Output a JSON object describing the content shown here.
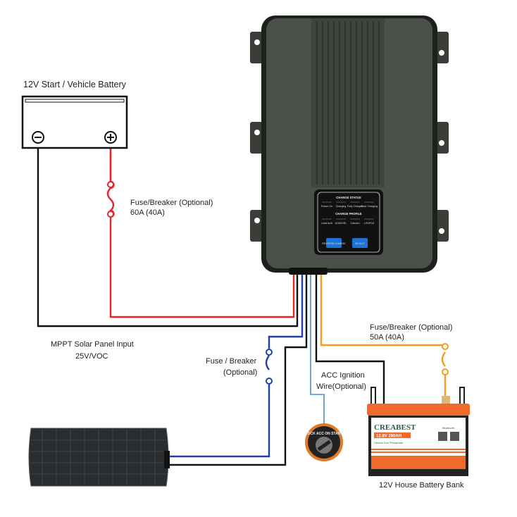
{
  "labels": {
    "start_battery": "12V Start / Vehicle Battery",
    "fuse_start": "Fuse/Breaker (Optional)",
    "fuse_start_rating": "60A (40A)",
    "solar_input": "MPPT Solar Panel Input",
    "solar_voltage": "25V/VOC",
    "fuse_solar": "Fuse / Breaker",
    "fuse_solar_opt": "(Optional)",
    "acc_ignition": "ACC Ignition",
    "acc_wire": "Wire(Optional)",
    "fuse_house": "Fuse/Breaker (Optional)",
    "fuse_house_rating": "50A (40A)",
    "house_battery": "12V House Battery Bank"
  },
  "charger_panel": {
    "charge_status": "CHARGE STATUS",
    "status_leds": [
      "Power On",
      "Charging",
      "Fully Charged",
      "Solar Charging"
    ],
    "charge_profile": "CHARGE PROFILE",
    "profile_leds": [
      "Lead Acid",
      "AGM/GEL",
      "Calcium",
      "LiFePO4"
    ],
    "reverse_button": "REVERSE CHARGE",
    "select_button": "SELECT"
  },
  "house_battery_label": {
    "brand": "CREABEST",
    "spec": "12.8V  280AH",
    "chemistry": "Lithium Iron Phosphate",
    "bluetooth": "Bluetooth"
  },
  "ignition_switch": {
    "positions": "LOCK ACC ON START"
  },
  "colors": {
    "positive_wire": "#e3262b",
    "negative_wire": "#111111",
    "solar_positive_wire": "#1f3fa8",
    "acc_wire": "#4a8fd0",
    "house_positive_wire": "#f39c1f",
    "charger_body": "#4a5148",
    "battery_orange": "#f06a2a"
  }
}
